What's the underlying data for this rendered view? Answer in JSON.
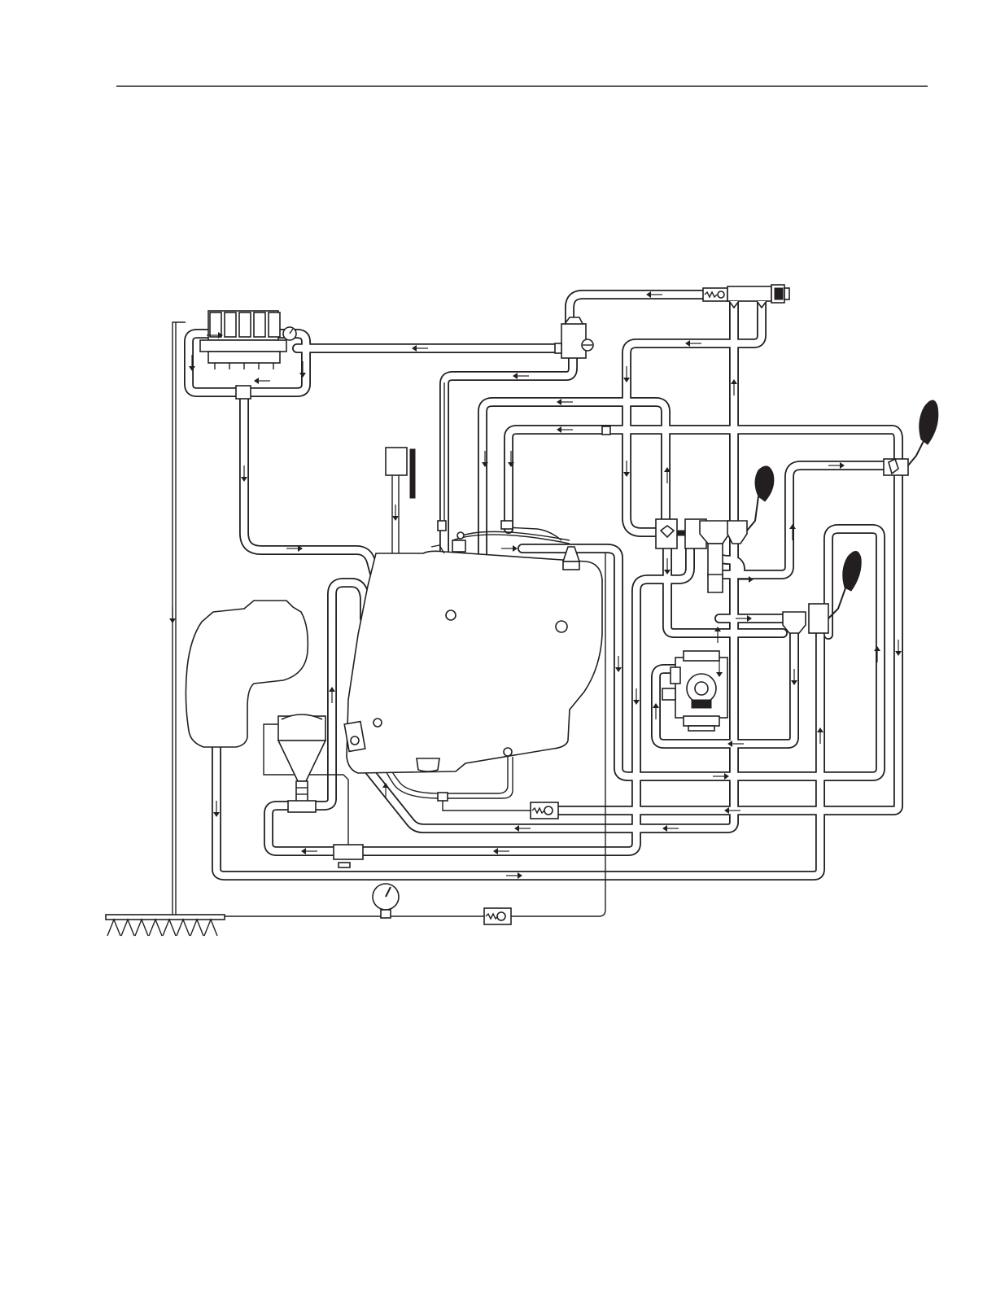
{
  "document": {
    "header_rule_color": "#231f20",
    "diagram_kind": "sprayer plumbing schematic",
    "line_color": "#231f20",
    "background_color": "#ffffff"
  },
  "diagram": {
    "components": [
      {
        "id": "boom-section-valves",
        "icon": "valve-bank-icon",
        "count": 5
      },
      {
        "id": "main-pressure-gauge",
        "icon": "gauge-icon"
      },
      {
        "id": "pressure-regulator",
        "icon": "regulator-icon"
      },
      {
        "id": "main-tank",
        "icon": "tank-icon"
      },
      {
        "id": "rinse-tank",
        "icon": "tank-icon"
      },
      {
        "id": "chemical-inductor",
        "icon": "hopper-icon"
      },
      {
        "id": "pump",
        "icon": "diaphragm-pump-icon"
      },
      {
        "id": "suction-selector-valve",
        "icon": "lever-valve-icon"
      },
      {
        "id": "pressure-selector-valve",
        "icon": "lever-valve-icon"
      },
      {
        "id": "agitation-valve",
        "icon": "lever-valve-icon"
      },
      {
        "id": "check-valves",
        "icon": "check-valve-icon",
        "count": 3
      },
      {
        "id": "spray-boom",
        "icon": "boom-icon",
        "nozzle_count": 8
      },
      {
        "id": "sight-gauge",
        "icon": "level-indicator-icon"
      },
      {
        "id": "pressure-gauge-low",
        "icon": "gauge-icon"
      }
    ],
    "flow_arrow_count": 42
  }
}
